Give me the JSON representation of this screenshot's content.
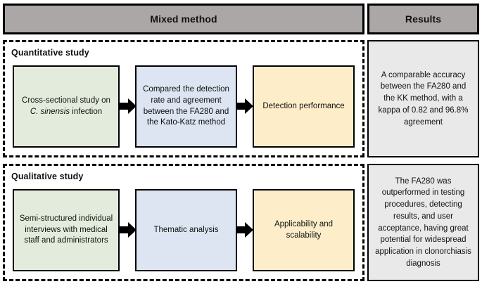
{
  "header": {
    "mixed_method": "Mixed method",
    "results": "Results"
  },
  "sections": [
    {
      "label": "Quantitative study",
      "steps": [
        {
          "text": "Cross-sectional study on C. sinensis infection",
          "color": "#e3ecdc",
          "style": "green"
        },
        {
          "text": "Compared the detection rate and agreement between the FA280 and the Kato-Katz method",
          "color": "#dce5f1",
          "style": "blue"
        },
        {
          "text": "Detection performance",
          "color": "#fdeec9",
          "style": "yellow"
        }
      ],
      "result": "A comparable accuracy between the FA280 and the KK method, with a kappa of 0.82 and  96.8% agreement"
    },
    {
      "label": "Qualitative study",
      "steps": [
        {
          "text": "Semi-structured individual interviews with medical staff and administrators",
          "color": "#e3ecdc",
          "style": "green"
        },
        {
          "text": "Thematic analysis",
          "color": "#dce5f1",
          "style": "blue"
        },
        {
          "text": "Applicability and scalability",
          "color": "#fdeec9",
          "style": "yellow"
        }
      ],
      "result": "The FA280 was outperformed in testing procedures, detecting results, and user acceptance, having great potential for widespread application in clonorchiasis diagnosis"
    }
  ],
  "italic_terms": [
    "C. sinensis"
  ],
  "colors": {
    "header_fill": "#aba7a7",
    "result_fill": "#e9e9e9",
    "green_fill": "#e3ecdc",
    "blue_fill": "#dce5f1",
    "yellow_fill": "#fdeec9",
    "stroke": "#000000"
  },
  "arrow_icon": "arrow-right-icon"
}
